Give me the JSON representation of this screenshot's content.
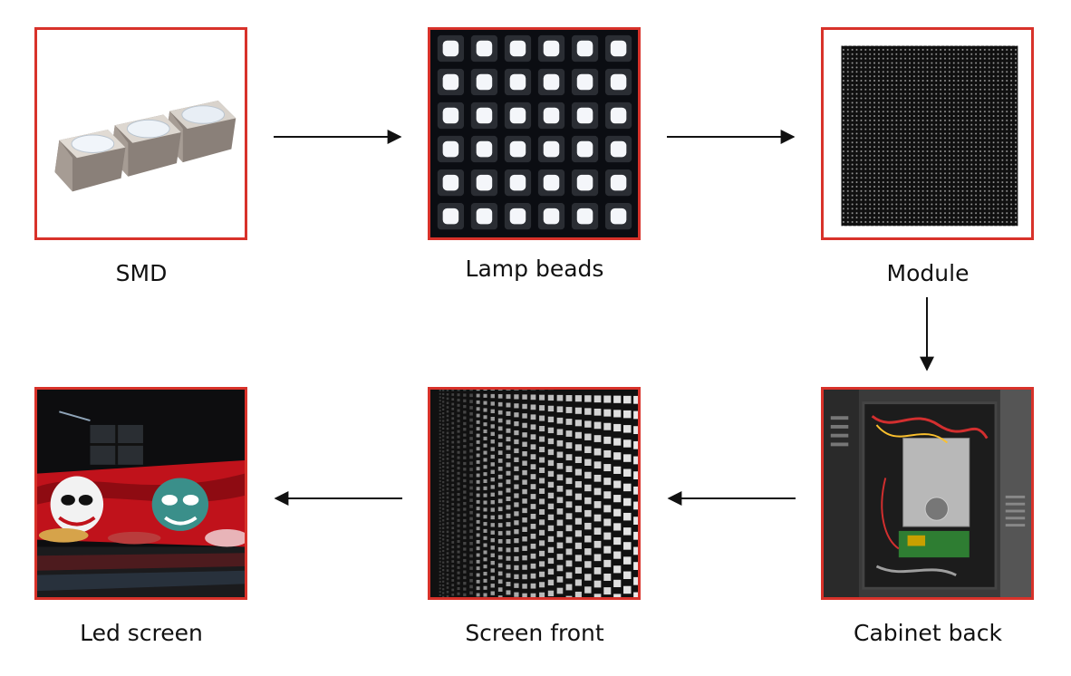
{
  "nodes": {
    "smd": {
      "label": "SMD"
    },
    "lamp_beads": {
      "label": "Lamp beads"
    },
    "module": {
      "label": "Module"
    },
    "cabinet_back": {
      "label": "Cabinet back"
    },
    "screen_front": {
      "label": "Screen front"
    },
    "led_screen": {
      "label": "Led screen"
    }
  },
  "flow": [
    "SMD",
    "Lamp beads",
    "Module",
    "Cabinet back",
    "Screen front",
    "Led screen"
  ],
  "colors": {
    "frame": "#d8322a",
    "arrow": "#111111",
    "text": "#111111"
  }
}
